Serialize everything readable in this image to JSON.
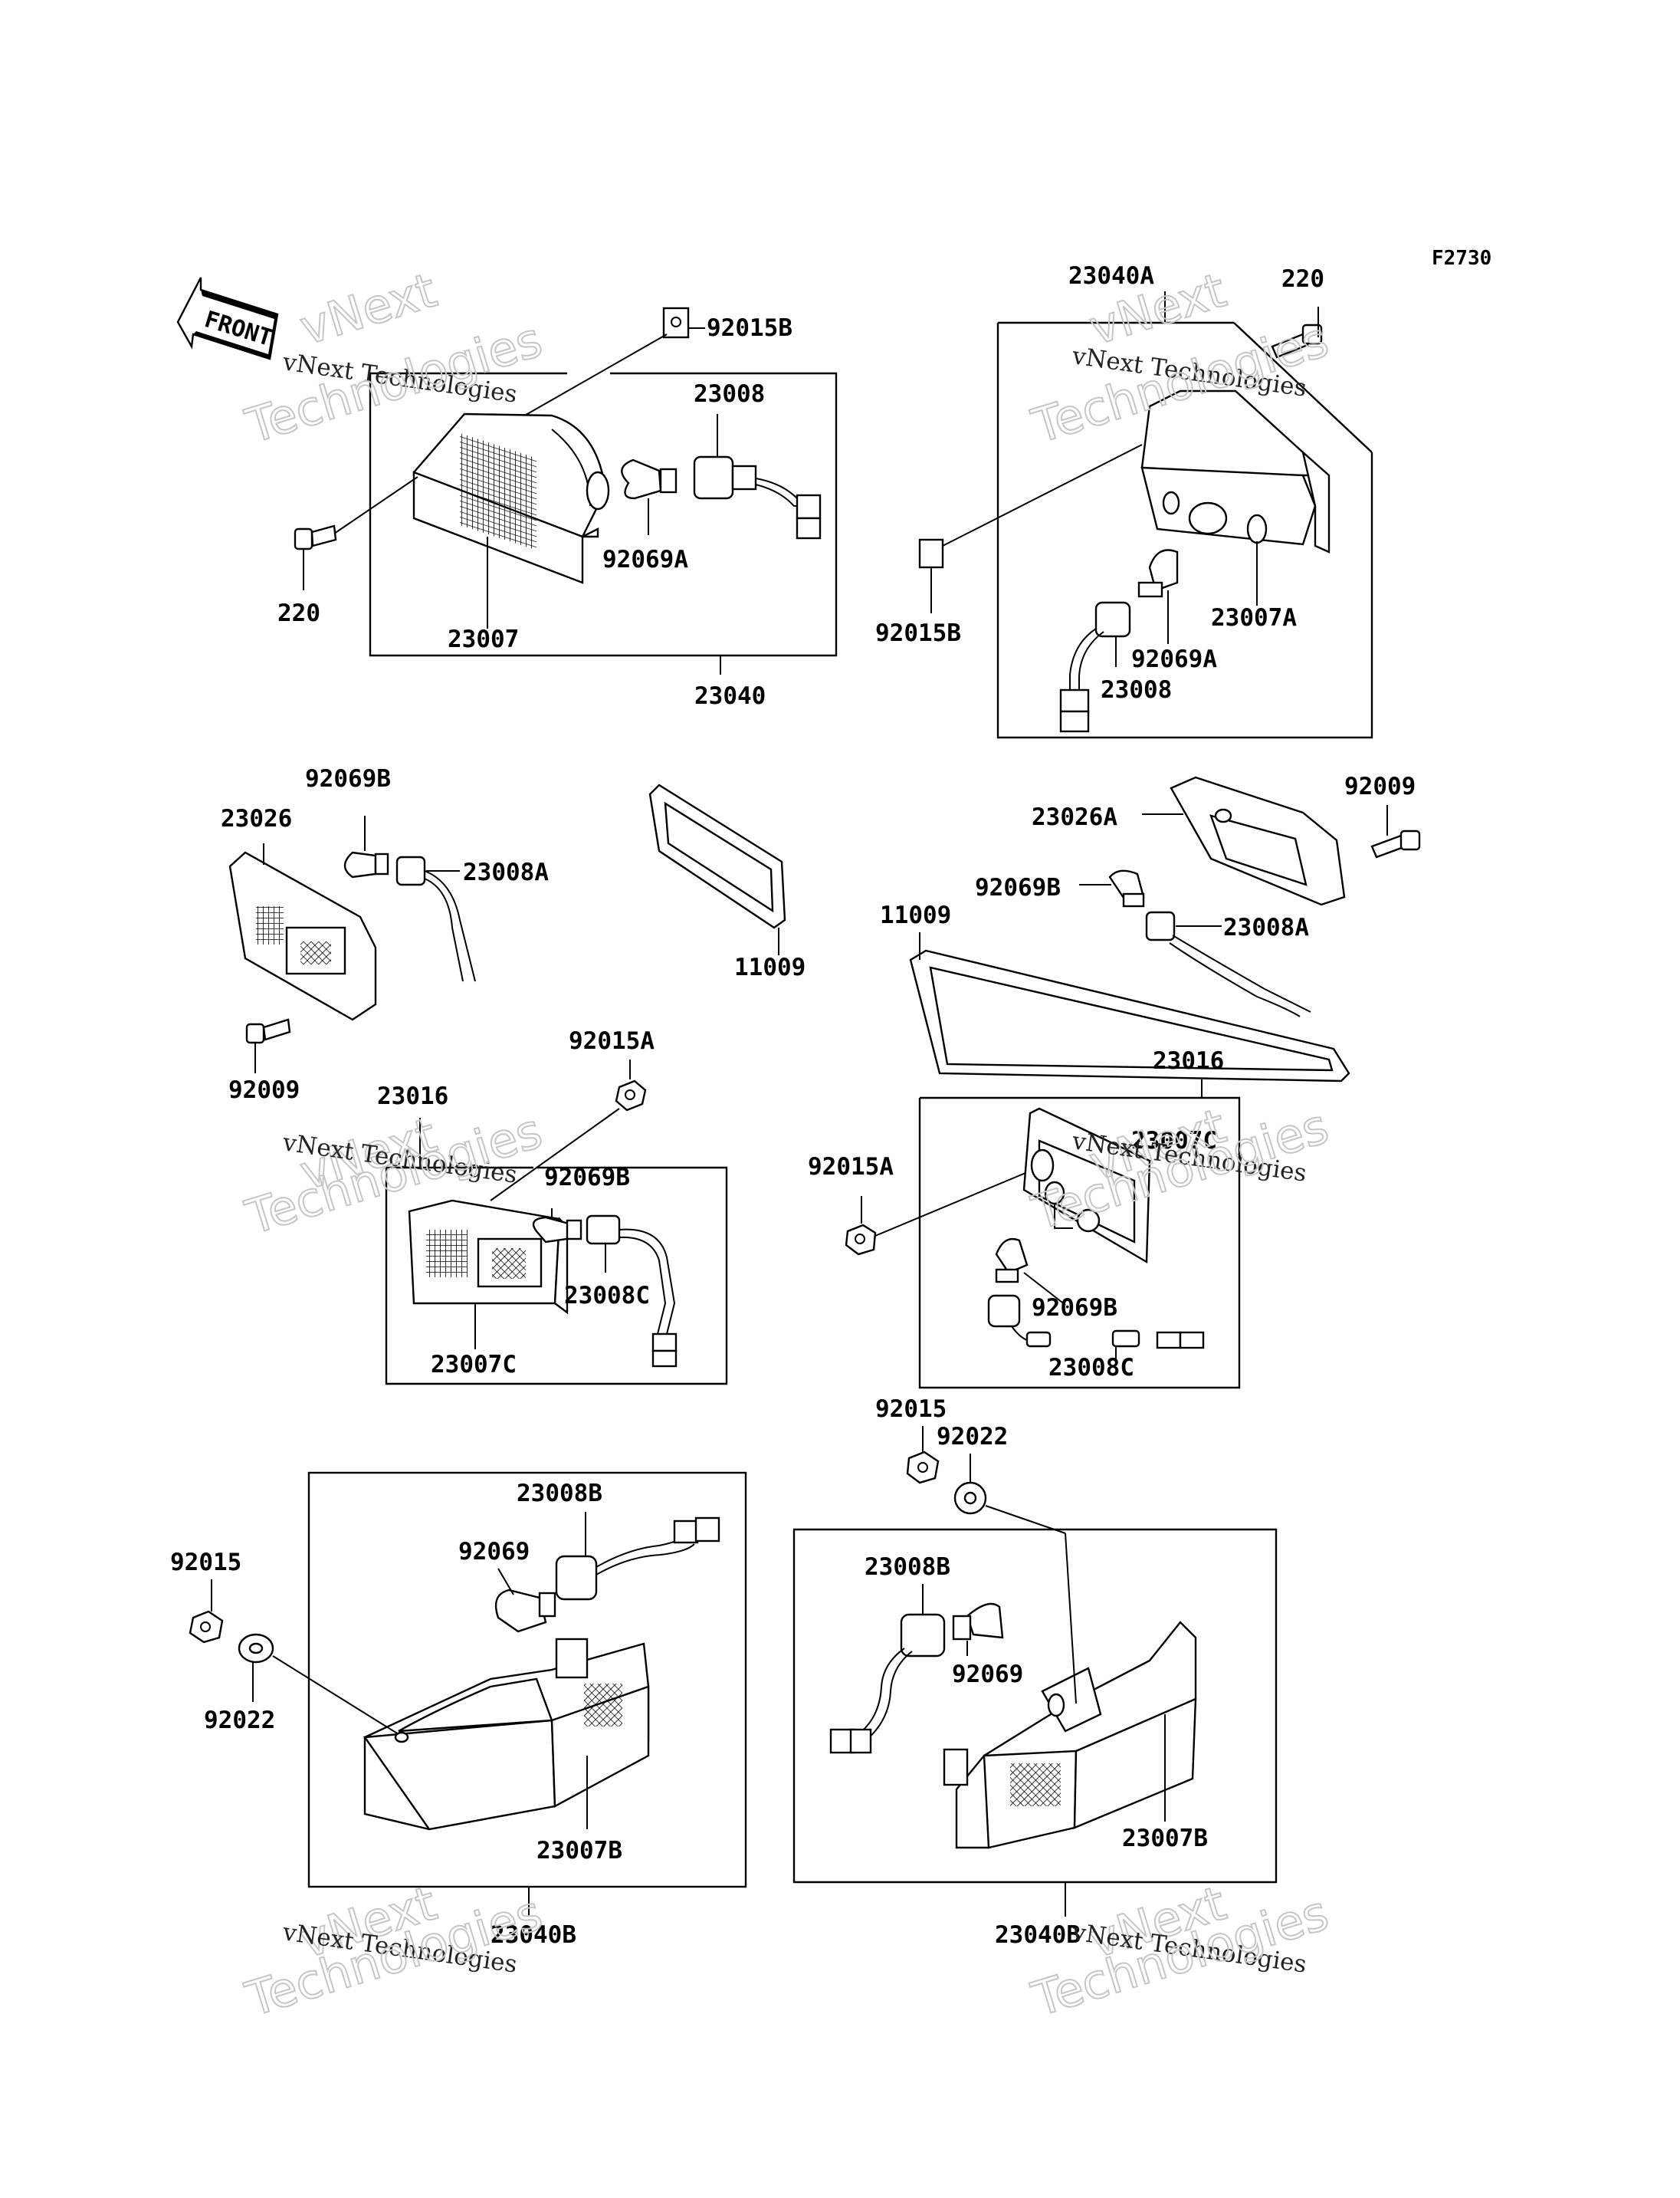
{
  "figure_code": "F2730",
  "front_label": "FRONT",
  "watermark": {
    "line1": "vNext",
    "line2": "vNext Technologies",
    "line3": "Technologies"
  },
  "labels": {
    "p92015B_a": "92015B",
    "p23008_a": "23008",
    "p92069A_a": "92069A",
    "p220_a": "220",
    "p23007": "23007",
    "p23040": "23040",
    "p23040A": "23040A",
    "p220_b": "220",
    "p92015B_b": "92015B",
    "p23007A": "23007A",
    "p92069A_b": "92069A",
    "p23008_b": "23008",
    "p92069B_a": "92069B",
    "p23026": "23026",
    "p23008A_a": "23008A",
    "p92009_a": "92009",
    "p11009_a": "11009",
    "p23026A": "23026A",
    "p92009_b": "92009",
    "p92069B_b": "92069B",
    "p23008A_b": "23008A",
    "p11009_b": "11009",
    "p92015A_a": "92015A",
    "p23016_a": "23016",
    "p92069B_c": "92069B",
    "p23008C_a": "23008C",
    "p23007C_a": "23007C",
    "p23016_b": "23016",
    "p23007C_b": "23007C",
    "p92015A_b": "92015A",
    "p92069B_d": "92069B",
    "p23008C_b": "23008C",
    "p92015_a": "92015",
    "p92022_a": "92022",
    "p92015_b": "92015",
    "p92022_b": "92022",
    "p23008B_a": "23008B",
    "p92069_a": "92069",
    "p23007B_a": "23007B",
    "p23040B_a": "23040B",
    "p23008B_b": "23008B",
    "p92069_b": "92069",
    "p23007B_b": "23007B",
    "p23040B_b": "23040B"
  }
}
